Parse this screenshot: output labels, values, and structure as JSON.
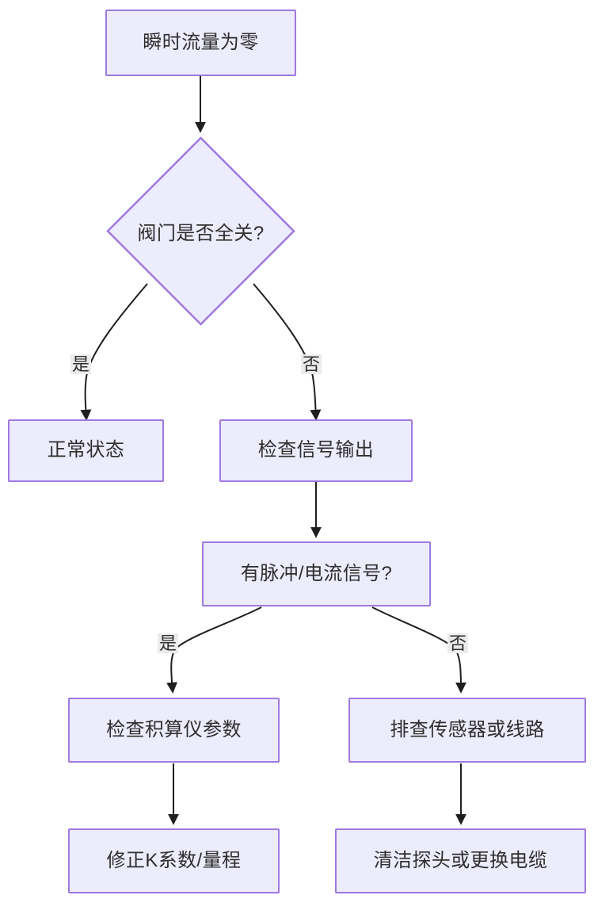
{
  "diagram": {
    "type": "flowchart",
    "direction": "top-down",
    "theme": {
      "node_fill": "#ececfd",
      "node_border": "#9f79e0",
      "node_text": "#2e2e2e",
      "edge_stroke": "#1f1f1f",
      "edge_label_bg": "#ebebeb",
      "canvas_bg": "#ffffff"
    },
    "nodes": [
      {
        "id": "n1",
        "label": "瞬时流量为零",
        "shape": "rect"
      },
      {
        "id": "n2",
        "label": "阀门是否全关?",
        "shape": "diamond"
      },
      {
        "id": "n3",
        "label": "正常状态",
        "shape": "rect"
      },
      {
        "id": "n4",
        "label": "检查信号输出",
        "shape": "rect"
      },
      {
        "id": "n5",
        "label": "有脉冲/电流信号?",
        "shape": "rect"
      },
      {
        "id": "n6",
        "label": "检查积算仪参数",
        "shape": "rect"
      },
      {
        "id": "n7",
        "label": "排查传感器或线路",
        "shape": "rect"
      },
      {
        "id": "n8",
        "label": "修正K系数/量程",
        "shape": "rect"
      },
      {
        "id": "n9",
        "label": "清洁探头或更换电缆",
        "shape": "rect"
      }
    ],
    "edges": [
      {
        "from": "n1",
        "to": "n2",
        "label": ""
      },
      {
        "from": "n2",
        "to": "n3",
        "label": "是"
      },
      {
        "from": "n2",
        "to": "n4",
        "label": "否"
      },
      {
        "from": "n4",
        "to": "n5",
        "label": ""
      },
      {
        "from": "n5",
        "to": "n6",
        "label": "是"
      },
      {
        "from": "n5",
        "to": "n7",
        "label": "否"
      },
      {
        "from": "n6",
        "to": "n8",
        "label": ""
      },
      {
        "from": "n7",
        "to": "n9",
        "label": ""
      }
    ],
    "edge_labels": {
      "yes_1": "是",
      "no_1": "否",
      "yes_2": "是",
      "no_2": "否"
    }
  }
}
